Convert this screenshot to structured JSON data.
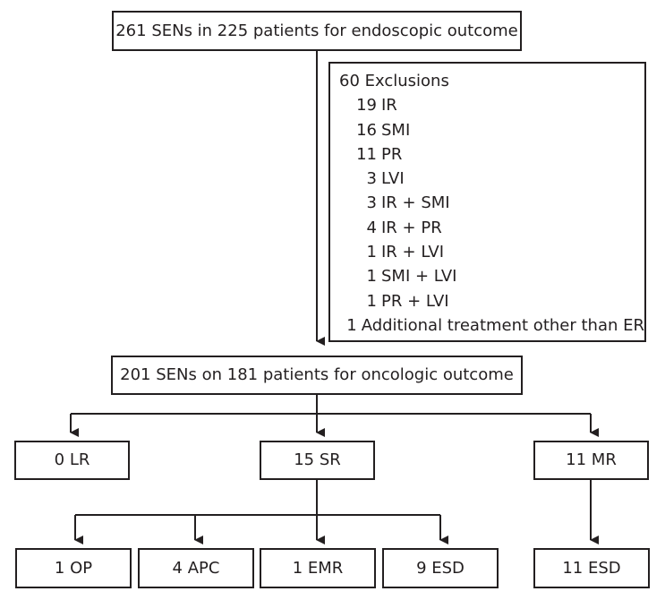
{
  "top_box": "261 SENs in 225 patients for endoscopic outcome",
  "exclusions": {
    "title": "60 Exclusions",
    "items": [
      {
        "count": "19",
        "label": "IR"
      },
      {
        "count": "16",
        "label": "SMI"
      },
      {
        "count": "11",
        "label": "PR"
      },
      {
        "count": "3",
        "label": "LVI"
      },
      {
        "count": "3",
        "label": "IR + SMI"
      },
      {
        "count": "4",
        "label": "IR + PR"
      },
      {
        "count": "1",
        "label": "IR + LVI"
      },
      {
        "count": "1",
        "label": "SMI + LVI"
      },
      {
        "count": "1",
        "label": "PR + LVI"
      },
      {
        "count": "1",
        "label": "Additional treatment other than ER"
      }
    ]
  },
  "middle_box": "201 SENs on 181 patients for oncologic outcome",
  "level2": {
    "lr": "0 LR",
    "sr": "15 SR",
    "mr": "11 MR"
  },
  "level3": {
    "op": "1 OP",
    "apc": "4 APC",
    "emr": "1 EMR",
    "esd_sr": "9 ESD",
    "esd_mr": "11 ESD"
  }
}
